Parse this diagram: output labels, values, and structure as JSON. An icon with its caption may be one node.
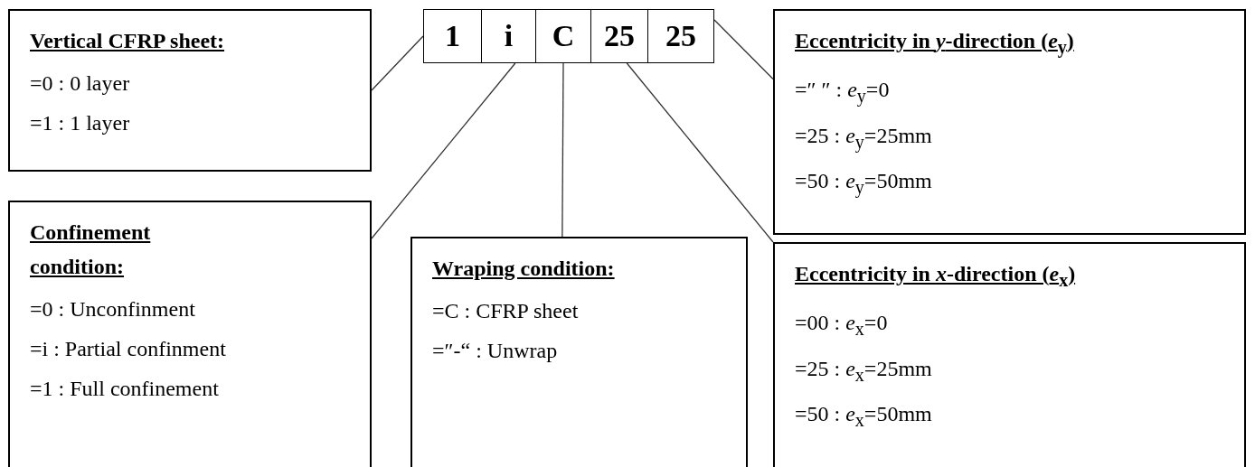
{
  "diagram": {
    "nodes": [
      {
        "text": [
          "1"
        ]
      },
      {
        "text": [
          "i"
        ]
      },
      {
        "text": [
          "C"
        ]
      },
      {
        "text": [
          "25"
        ]
      },
      {
        "text": [
          "25"
        ]
      },
      {
        "text": [
          "Vertical CFRP sheet:",
          "=0 : 0 layer",
          "=1 : 1 layer"
        ]
      },
      {
        "text": [
          "Confinement condition:",
          "=0 : Unconfinment",
          "=i : Partial confinment",
          "=1 : Full confinement"
        ]
      },
      {
        "text": [
          "Wraping condition:",
          "=C : CFRP sheet",
          "=″-“ : Unwrap"
        ]
      },
      {
        "text": [
          "Eccentricity in *y*-direction (*e*$_{y}$)",
          "=″ ″ : *e*$_{y}$=0",
          "=25 : *e*$_{y}$=25mm",
          "=50 : *e*$_{y}$=50mm"
        ]
      },
      {
        "text": [
          "Eccentricity in *x*-direction (*e*$_{x}$)",
          "=00 : *e*$_{x}$=0",
          "=25 : *e*$_{x}$=25mm",
          "=50 : *e*$_{x}$=50mm"
        ]
      }
    ],
    "edges": [
      {
        "from": 0,
        "to": 5,
        "arrow": "none"
      },
      {
        "from": 1,
        "to": 6,
        "arrow": "none"
      },
      {
        "from": 2,
        "to": 7,
        "arrow": "none"
      },
      {
        "from": 3,
        "to": 9,
        "arrow": "none"
      },
      {
        "from": 4,
        "to": 8,
        "arrow": "none"
      }
    ]
  }
}
